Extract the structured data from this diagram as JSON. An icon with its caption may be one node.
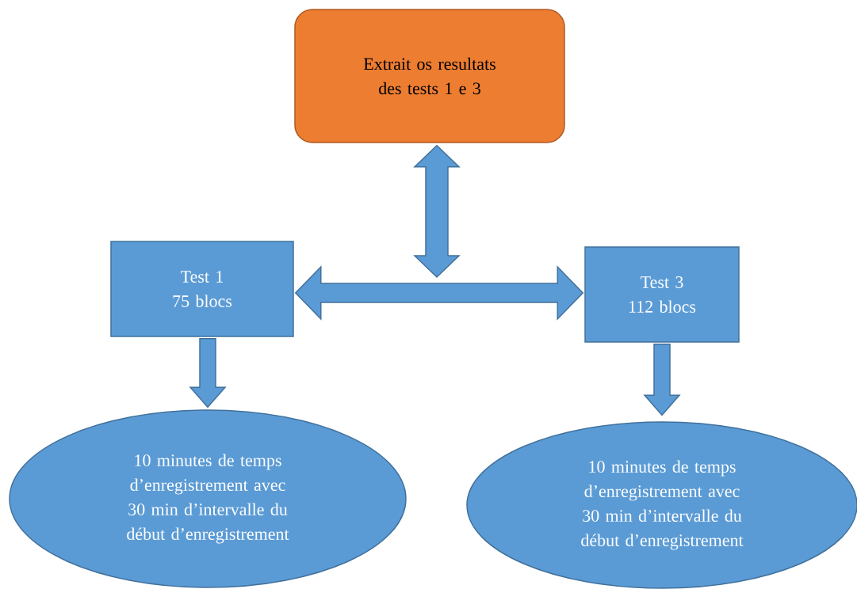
{
  "diagram": {
    "nodes": [
      {
        "text": [
          "Extrait os resultats des tests 1 e 3"
        ]
      },
      {
        "text": [
          "Test 1",
          "75 blocs"
        ]
      },
      {
        "text": [
          "Test 3",
          "112 blocs"
        ]
      },
      {
        "text": [
          "10 minutes de temps d’enregistrement avec 30 min d’intervalle du début d’enregistrement"
        ]
      },
      {
        "text": [
          "10 minutes de temps d’enregistrement avec 30 min d’intervalle du début d’enregistrement"
        ]
      }
    ],
    "edges": [
      {
        "from": 0,
        "to": null,
        "arrow": "both"
      },
      {
        "from": 1,
        "to": 2,
        "arrow": "both"
      },
      {
        "from": 1,
        "to": 3,
        "arrow": "to"
      },
      {
        "from": 2,
        "to": 4,
        "arrow": "to"
      }
    ]
  }
}
